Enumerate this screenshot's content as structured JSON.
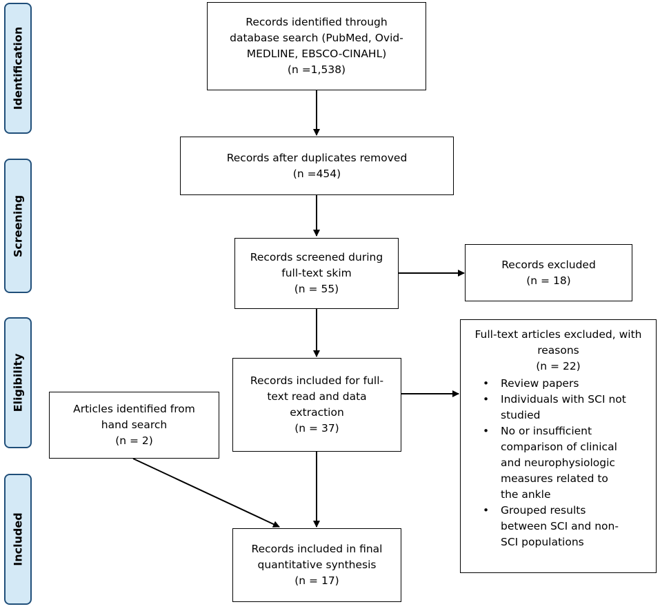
{
  "stages": {
    "identification": "Identification",
    "screening": "Screening",
    "eligibility": "Eligibility",
    "included": "Included"
  },
  "boxes": {
    "identified": {
      "lines": [
        "Records identified through",
        "database search (PubMed, Ovid-",
        "MEDLINE, EBSCO-CINAHL)",
        "(n =1,538)"
      ]
    },
    "duplicates_removed": {
      "lines": [
        "Records after duplicates removed",
        "(n =454)"
      ]
    },
    "screened": {
      "lines": [
        "Records screened during",
        "full-text skim",
        "(n = 55)"
      ]
    },
    "excluded": {
      "lines": [
        "Records excluded",
        "(n = 18)"
      ]
    },
    "full_text": {
      "lines": [
        "Records included for full-",
        "text read and data",
        "extraction",
        "(n = 37)"
      ]
    },
    "hand_search": {
      "lines": [
        "Articles identified from",
        "hand search",
        "(n = 2)"
      ]
    },
    "fulltext_excluded": {
      "header": [
        "Full-text articles excluded, with",
        "reasons",
        "(n = 22)"
      ],
      "bullet_symbol": "•",
      "reasons": [
        [
          "Review papers"
        ],
        [
          "Individuals with SCI not",
          "studied"
        ],
        [
          "No or insufficient",
          "comparison of clinical",
          "and neurophysiologic",
          "measures related to",
          "the ankle"
        ],
        [
          "Grouped results",
          "between SCI and non-",
          "SCI populations"
        ]
      ]
    },
    "final": {
      "lines": [
        "Records included in final",
        "quantitative synthesis",
        "(n = 17)"
      ]
    }
  },
  "colors": {
    "stage_fill": "#d4e9f6",
    "stage_border": "#1f4e79",
    "line": "#000000"
  }
}
